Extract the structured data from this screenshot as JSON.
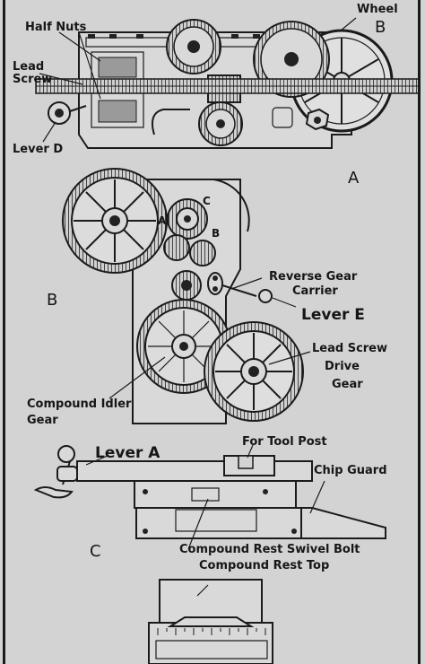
{
  "sections": {
    "A": "A",
    "B": "B",
    "C": "C"
  },
  "labels": {
    "wheel": "Wheel",
    "wheel_letter": "B",
    "half_nuts": "Half Nuts",
    "lead_screw": "Lead\nScrew",
    "lever_d": "Lever D",
    "gear_a": "A",
    "gear_b": "B",
    "gear_c": "C",
    "reverse_gear_carrier_1": "Reverse Gear",
    "reverse_gear_carrier_2": "Carrier",
    "lever_e": "Lever E",
    "lead_screw_drive_1": "Lead Screw",
    "lead_screw_drive_2": "Drive",
    "lead_screw_drive_3": "Gear",
    "compound_idler_1": "Compound Idler",
    "compound_idler_2": "Gear",
    "lever_a": "Lever A",
    "for_tool_post": "For Tool Post",
    "chip_guard": "Chip Guard",
    "swivel_bolt": "Compound Rest Swivel Bolt",
    "rest_top": "Compound Rest Top"
  }
}
